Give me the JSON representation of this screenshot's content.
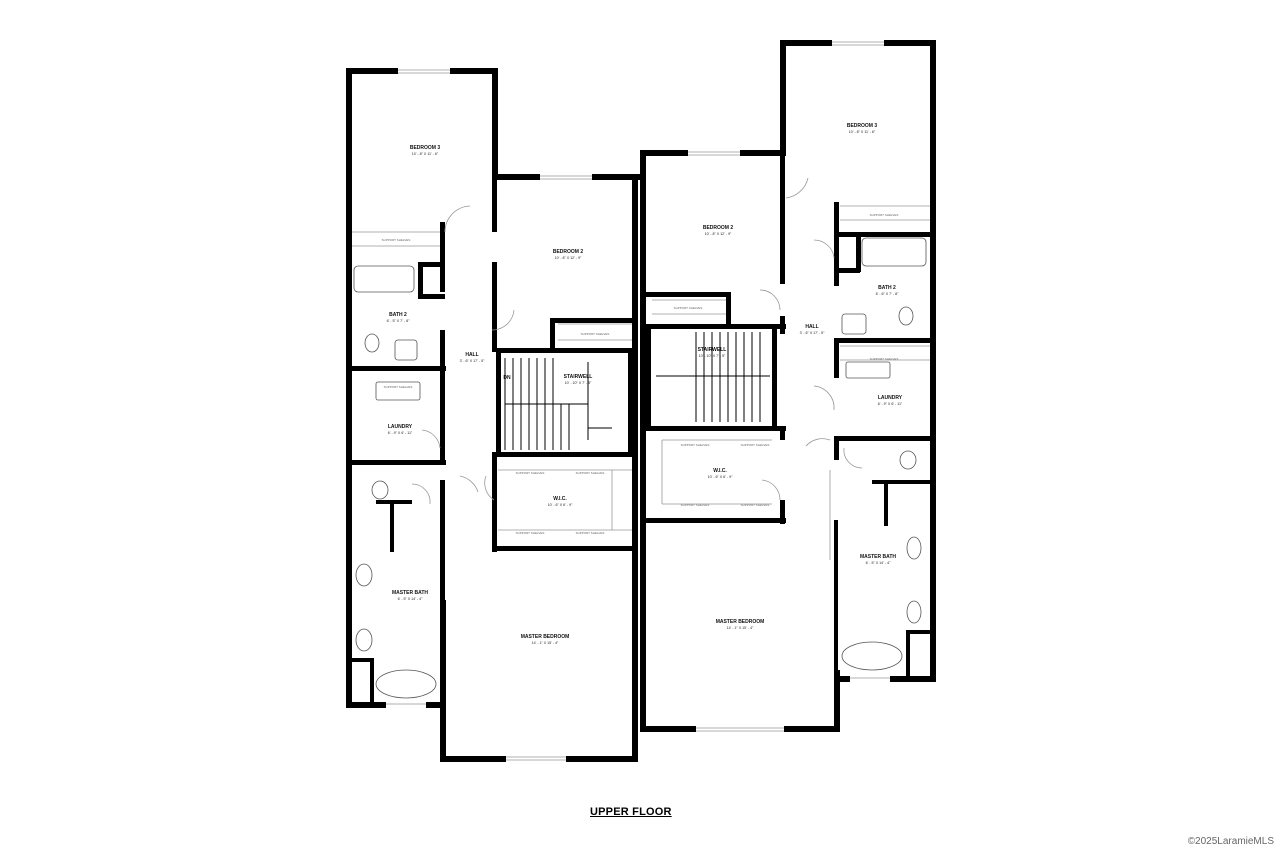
{
  "title": "UPPER FLOOR",
  "copyright": "©2025LaramieMLS",
  "rooms": {
    "l_bed3": {
      "name": "BEDROOM 3",
      "dim": "10' - 8\" X 11' - 6\""
    },
    "l_bed2": {
      "name": "BEDROOM 2",
      "dim": "10' - 8\" X 12' - 9\""
    },
    "l_bath2": {
      "name": "BATH 2",
      "dim": "6' - 5\" X 7' - 8\""
    },
    "l_hall": {
      "name": "HALL",
      "dim": "3' - 6\" X 17' - 5\""
    },
    "l_stair": {
      "name": "STAIRWELL",
      "dim": "10' - 10\" X 7' - 5\""
    },
    "l_laundry": {
      "name": "LAUNDRY",
      "dim": "6' - 9\" X 6' - 11\""
    },
    "l_wic": {
      "name": "W.I.C.",
      "dim": "10' - 6\" X 6' - 9\""
    },
    "l_mbath": {
      "name": "MASTER BATH",
      "dim": "6' - 5\" X 14' - 4\""
    },
    "l_mbed": {
      "name": "MASTER BEDROOM",
      "dim": "14' - 1\" X 15' - 4\""
    },
    "r_bed3": {
      "name": "BEDROOM 3",
      "dim": "10' - 8\" X 11' - 6\""
    },
    "r_bed2": {
      "name": "BEDROOM 2",
      "dim": "10' - 8\" X 12' - 9\""
    },
    "r_bath2": {
      "name": "BATH 2",
      "dim": "6' - 6\" X 7' - 8\""
    },
    "r_hall": {
      "name": "HALL",
      "dim": "3' - 6\" X 17' - 5\""
    },
    "r_stair": {
      "name": "STAIRWELL",
      "dim": "10' - 10\" X 7' - 5\""
    },
    "r_laundry": {
      "name": "LAUNDRY",
      "dim": "6' - 9\" X 6' - 11\""
    },
    "r_wic": {
      "name": "W.I.C.",
      "dim": "10' - 6\" X 6' - 9\""
    },
    "r_mbath": {
      "name": "MASTER BATH",
      "dim": "6' - 5\" X 14' - 4\""
    },
    "r_mbed": {
      "name": "MASTER BEDROOM",
      "dim": "14' - 1\" X 15' - 4\""
    }
  },
  "labels": {
    "dn": "DN",
    "shelf": "SUPPORT SHELVES"
  }
}
